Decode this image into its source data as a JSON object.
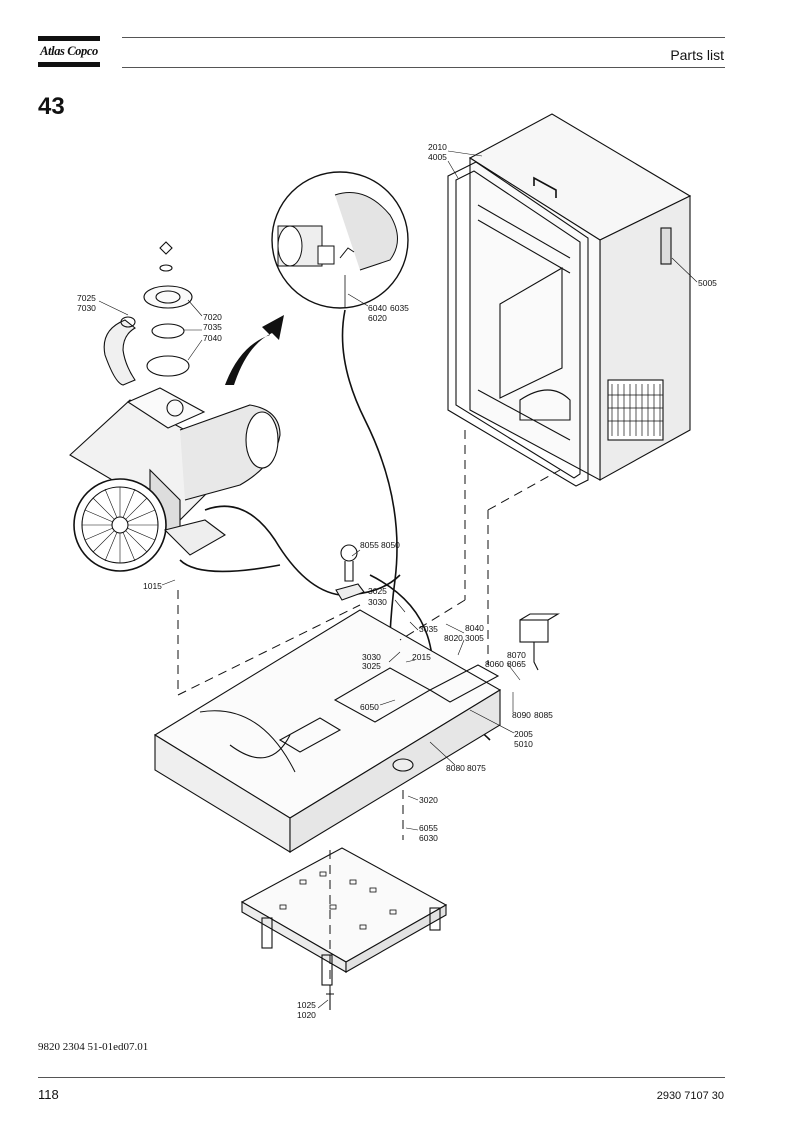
{
  "header": {
    "logo_text": "Atlas Copco",
    "title": "Parts list"
  },
  "page": {
    "section_number": "43"
  },
  "callouts": {
    "c2010": "2010",
    "c4005": "4005",
    "c5005": "5005",
    "c7025": "7025",
    "c7030": "7030",
    "c7020": "7020",
    "c7035": "7035",
    "c7040": "7040",
    "c6040": "6040",
    "c6035": "6035",
    "c6020": "6020",
    "c1015": "1015",
    "c8055": "8055",
    "c8050": "8050",
    "c3025a": "3025",
    "c3030a": "3030",
    "c3035": "3035",
    "c8040": "8040",
    "c8020": "8020",
    "c3005": "3005",
    "c8070": "8070",
    "c8060": "8060",
    "c8065": "8065",
    "c3030b": "3030",
    "c3025b": "3025",
    "c2015": "2015",
    "c6050": "6050",
    "c8090": "8090",
    "c8085": "8085",
    "c2005": "2005",
    "c5010": "5010",
    "c8080": "8080",
    "c8075": "8075",
    "c3020": "3020",
    "c6055": "6055",
    "c6030": "6030",
    "c1025": "1025",
    "c1020": "1020"
  },
  "footer": {
    "document_ref": "9820 2304 51-01ed07.01",
    "page_number": "118",
    "part_number": "2930 7107 30"
  }
}
